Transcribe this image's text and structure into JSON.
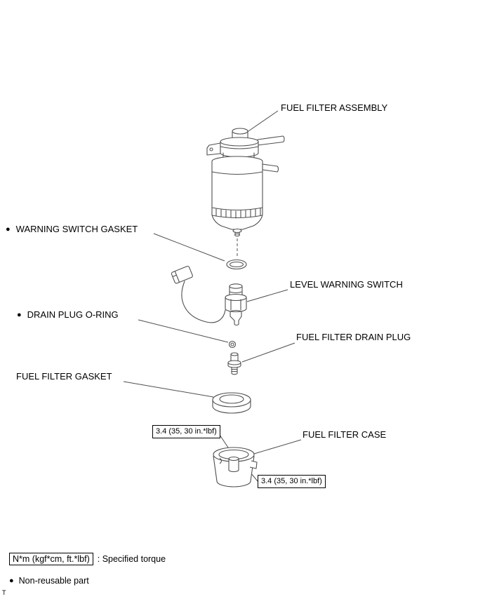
{
  "colors": {
    "line": "#4f4f4f",
    "text": "#000000",
    "background": "#ffffff"
  },
  "bullet": "●",
  "callouts": {
    "fuel_filter_assembly": "FUEL FILTER ASSEMBLY",
    "warning_switch_gasket": "WARNING SWITCH GASKET",
    "level_warning_switch": "LEVEL WARNING SWITCH",
    "drain_plug_o_ring": "DRAIN PLUG O-RING",
    "fuel_filter_drain_plug": "FUEL FILTER DRAIN PLUG",
    "fuel_filter_gasket": "FUEL FILTER GASKET",
    "fuel_filter_case": "FUEL FILTER CASE"
  },
  "torque_specs": {
    "upper": "3.4 (35, 30 in.*lbf)",
    "lower": "3.4 (35, 30 in.*lbf)"
  },
  "legend": {
    "torque_unit_box": "N*m (kgf*cm, ft.*lbf)",
    "torque_meaning": ": Specified torque",
    "non_reusable_part": "Non-reusable part"
  },
  "page_marker": "T"
}
